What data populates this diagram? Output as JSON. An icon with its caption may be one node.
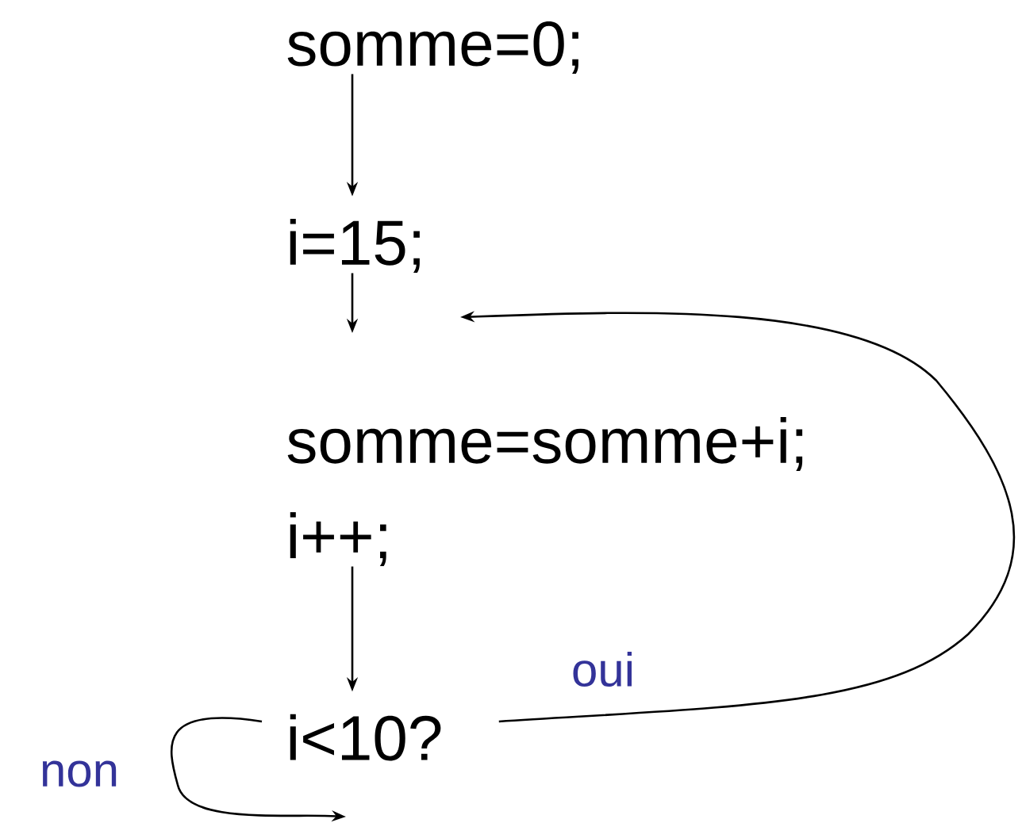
{
  "diagram": {
    "nodes": [
      {
        "text": [
          "somme=0;"
        ]
      },
      {
        "text": [
          "i=15;"
        ]
      },
      {
        "text": [
          "somme=somme+i;"
        ]
      },
      {
        "text": [
          "i++;"
        ]
      },
      {
        "text": [
          "i<10?"
        ]
      }
    ],
    "edges": [
      {
        "from": 0,
        "to": 1,
        "arrow": "to"
      },
      {
        "from": 1,
        "to": null,
        "arrow": "to"
      },
      {
        "from": 3,
        "to": 4,
        "arrow": "to"
      },
      {
        "from": 4,
        "to": null,
        "arrow": "to",
        "label": "oui"
      },
      {
        "from": 4,
        "to": null,
        "arrow": "to",
        "label": "non"
      }
    ]
  }
}
